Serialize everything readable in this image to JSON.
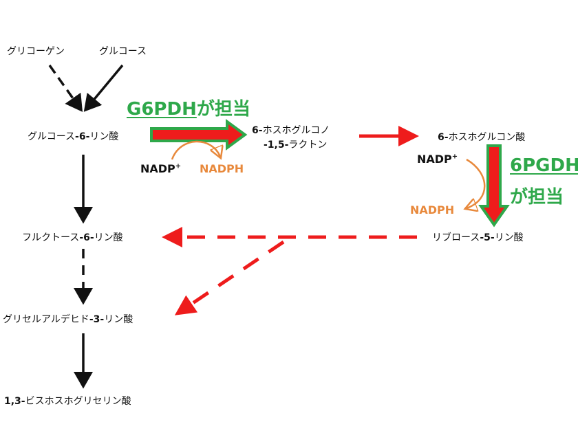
{
  "nodes": {
    "glycogen": "グリコーゲン",
    "glucose": "グルコース",
    "g6p": {
      "pre": "グルコース",
      "num": "-6-",
      "post": "リン酸"
    },
    "lactone": {
      "line1_num": "6-",
      "line1": "ホスホグルコノ",
      "line2_num": "-1,5-",
      "line2": "ラクトン"
    },
    "gluconate": {
      "num": "6-",
      "post": "ホスホグルコン酸"
    },
    "ribulose": {
      "pre": "リブロース",
      "num": "-5-",
      "post": "リン酸"
    },
    "f6p": {
      "pre": "フルクトース",
      "num": "-6-",
      "post": "リン酸"
    },
    "g3p": {
      "pre": "グリセルアルデヒド",
      "num": "-3-",
      "post": "リン酸"
    },
    "bpg": {
      "num": "1,3-",
      "post": "ビスホスホグリセリン酸"
    }
  },
  "enzymes": {
    "g6pdh": {
      "name": "G6PDH",
      "suffix": "が担当"
    },
    "pgdh": {
      "name": "6PGDH",
      "suffix": "が担当"
    }
  },
  "cofactors": {
    "nadp1": {
      "base": "NADP",
      "sup": "+"
    },
    "nadph1": "NADPH",
    "nadp2": {
      "base": "NADP",
      "sup": "+"
    },
    "nadph2": "NADPH"
  },
  "colors": {
    "enzyme_green": "#2ea84a",
    "pathway_red": "#ee1c1c",
    "nadph_orange": "#e8893c",
    "black": "#111111"
  }
}
